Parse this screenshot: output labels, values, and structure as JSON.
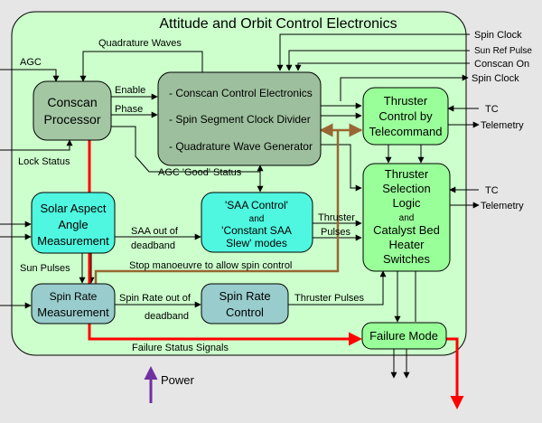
{
  "title": "Attitude and Orbit Control Electronics",
  "colors": {
    "background": "#e6e6e6",
    "panel": "#ccffcc",
    "conscan": "#a3c7a3",
    "control": "#9dbf9d",
    "cyan": "#4ff7e0",
    "teal": "#99cccc",
    "green": "#99ff99",
    "red": "#ff0000",
    "brown": "#996633",
    "power": "#7030a0"
  },
  "blocks": {
    "conscan_processor": {
      "line1": "Conscan",
      "line2": "Processor"
    },
    "control_electronics": {
      "line1": "- Conscan Control Electronics",
      "line2": "- Spin Segment Clock Divider",
      "line3": "- Quadrature Wave Generator"
    },
    "thruster_control": {
      "line1": "Thruster",
      "line2": "Control by",
      "line3": "Telecommand"
    },
    "thruster_selection": {
      "line1": "Thruster",
      "line2": "Selection",
      "line3": "Logic",
      "line4": "and",
      "line5": "Catalyst Bed",
      "line6": "Heater",
      "line7": "Switches"
    },
    "solar_aspect": {
      "line1": "Solar Aspect",
      "line2": "Angle",
      "line3": "Measurement"
    },
    "saa_control": {
      "line1": "'SAA Control'",
      "line2": "and",
      "line3": "'Constant SAA",
      "line4": "Slew' modes"
    },
    "spin_rate_measurement": {
      "line1": "Spin Rate",
      "line2": "Measurement"
    },
    "spin_rate_control": {
      "line1": "Spin Rate",
      "line2": "Control"
    },
    "failure_mode": {
      "label": "Failure Mode"
    }
  },
  "signals": {
    "quadrature_waves": "Quadrature Waves",
    "agc": "AGC",
    "enable": "Enable",
    "phase": "Phase",
    "lock_status": "Lock Status",
    "agc_good_status": "AGC 'Good' Status",
    "spin_clock_in": "Spin Clock",
    "sun_ref_pulse": "Sun Ref Pulse",
    "conscan_on": "Conscan On",
    "spin_clock_out": "Spin Clock",
    "tc_top": "TC",
    "telemetry_top": "Telemetry",
    "tc_mid": "TC",
    "telemetry_mid": "Telemetry",
    "saa_out_line1": "SAA out of",
    "saa_out_line2": "deadband",
    "thruster_line1": "Thruster",
    "thruster_line2": "Pulses",
    "stop_manoeuvre": "Stop manoeuvre to allow spin control",
    "sun_pulses": "Sun Pulses",
    "spin_rate_out_line1": "Spin Rate out of",
    "spin_rate_out_line2": "deadband",
    "thruster_pulses": "Thruster Pulses",
    "failure_status": "Failure Status Signals",
    "power": "Power"
  }
}
